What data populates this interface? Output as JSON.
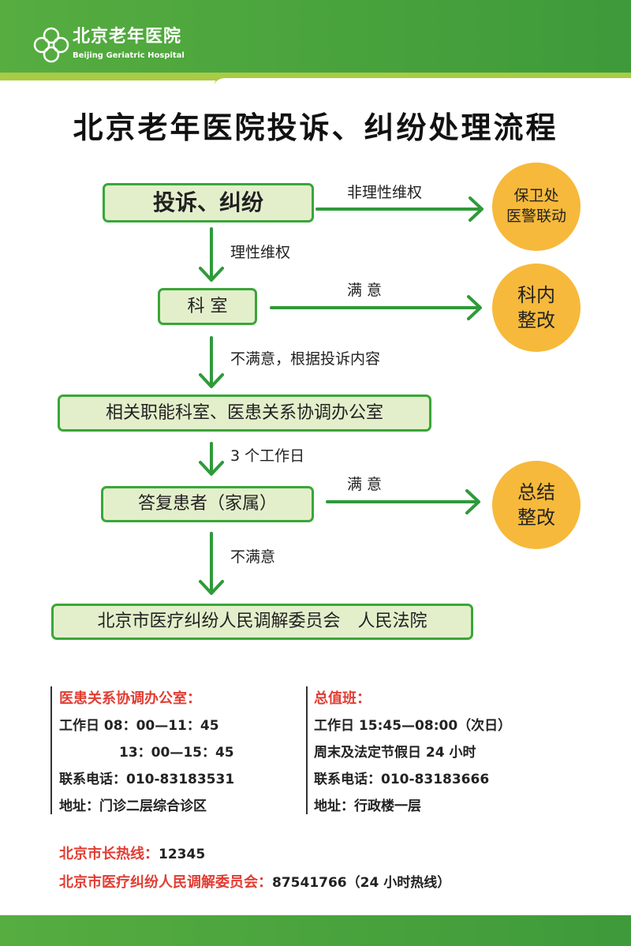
{
  "header": {
    "logo_cn": "北京老年医院",
    "logo_en": "Beijing Geriatric Hospital"
  },
  "title": "北京老年医院投诉、纠纷处理流程",
  "flow": {
    "box1": "投诉、纠纷",
    "label_irrational": "非理性维权",
    "circle1_l1": "保卫处",
    "circle1_l2": "医警联动",
    "label_rational": "理性维权",
    "box2": "科 室",
    "label_satisfied1": "满 意",
    "circle2_l1": "科内",
    "circle2_l2": "整改",
    "label_unsatisfied_content": "不满意，根据投诉内容",
    "box3": "相关职能科室、医患关系协调办公室",
    "label_days": "3 个工作日",
    "box4": "答复患者（家属）",
    "label_satisfied2": "满 意",
    "circle3_l1": "总结",
    "circle3_l2": "整改",
    "label_unsatisfied": "不满意",
    "box5": "北京市医疗纠纷人民调解委员会　人民法院"
  },
  "info_left": {
    "heading": "医患关系协调办公室：",
    "hours1": "工作日  08：00—11：45",
    "hours2": "13：00—15：45",
    "phone": "联系电话：010-83183531",
    "address": "地址：门诊二层综合诊区"
  },
  "info_right": {
    "heading": "总值班：",
    "hours1": "工作日   15:45—08:00（次日）",
    "hours2": "周末及法定节假日 24 小时",
    "phone": "联系电话：010-83183666",
    "address": "地址：行政楼一层"
  },
  "hotlines": {
    "mayor_label": "北京市长热线：",
    "mayor_value": "12345",
    "committee_label": "北京市医疗纠纷人民调解委员会：",
    "committee_value": "87541766（24 小时热线）"
  },
  "colors": {
    "green": "#3aa639",
    "box_fill": "#e3efcb",
    "circle": "#f6b93b",
    "red": "#e23d33"
  }
}
